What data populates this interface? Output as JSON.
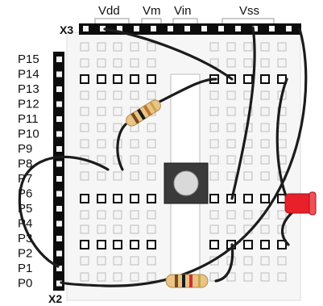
{
  "diagram": {
    "title": "",
    "header_x3": "X3",
    "header_x2": "X2",
    "top_labels": [
      {
        "id": "vdd",
        "text": "Vdd"
      },
      {
        "id": "vm",
        "text": "Vm"
      },
      {
        "id": "vin",
        "text": "Vin"
      },
      {
        "id": "vss",
        "text": "Vss"
      }
    ],
    "pin_labels": [
      "P15",
      "P14",
      "P13",
      "P12",
      "P11",
      "P10",
      "P9",
      "P8",
      "P7",
      "P6",
      "P5",
      "P4",
      "P3",
      "P2",
      "P1",
      "P0"
    ],
    "components": [
      {
        "id": "resistor-upper",
        "type": "resistor"
      },
      {
        "id": "resistor-lower",
        "type": "resistor"
      },
      {
        "id": "pushbutton",
        "type": "pushbutton"
      },
      {
        "id": "led",
        "type": "led",
        "color": "#e8202a"
      }
    ],
    "colors": {
      "board": "#ffffff",
      "socket": "#0c0c0c",
      "hole": "#f4f4f4",
      "wire": "#1c1c1c",
      "button_body": "#3a3a3a",
      "button_cap": "#d9d9d9",
      "led": "#e8202a"
    }
  }
}
